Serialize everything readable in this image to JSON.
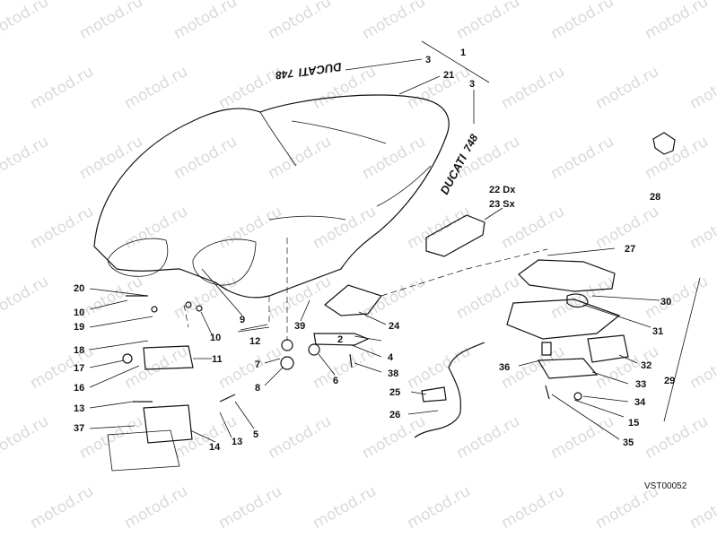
{
  "watermark": "motod.ru",
  "drawing_code": "VST00052",
  "decal": {
    "brand": "DUCATI",
    "model": "748"
  },
  "callouts": [
    "1",
    "2",
    "3",
    "3",
    "4",
    "5",
    "6",
    "7",
    "8",
    "9",
    "10",
    "10",
    "11",
    "12",
    "13",
    "13",
    "14",
    "15",
    "16",
    "17",
    "18",
    "19",
    "20",
    "21",
    "22 Dx",
    "23 Sx",
    "24",
    "25",
    "26",
    "27",
    "28",
    "29",
    "30",
    "31",
    "32",
    "33",
    "34",
    "35",
    "36",
    "37",
    "38",
    "39"
  ]
}
